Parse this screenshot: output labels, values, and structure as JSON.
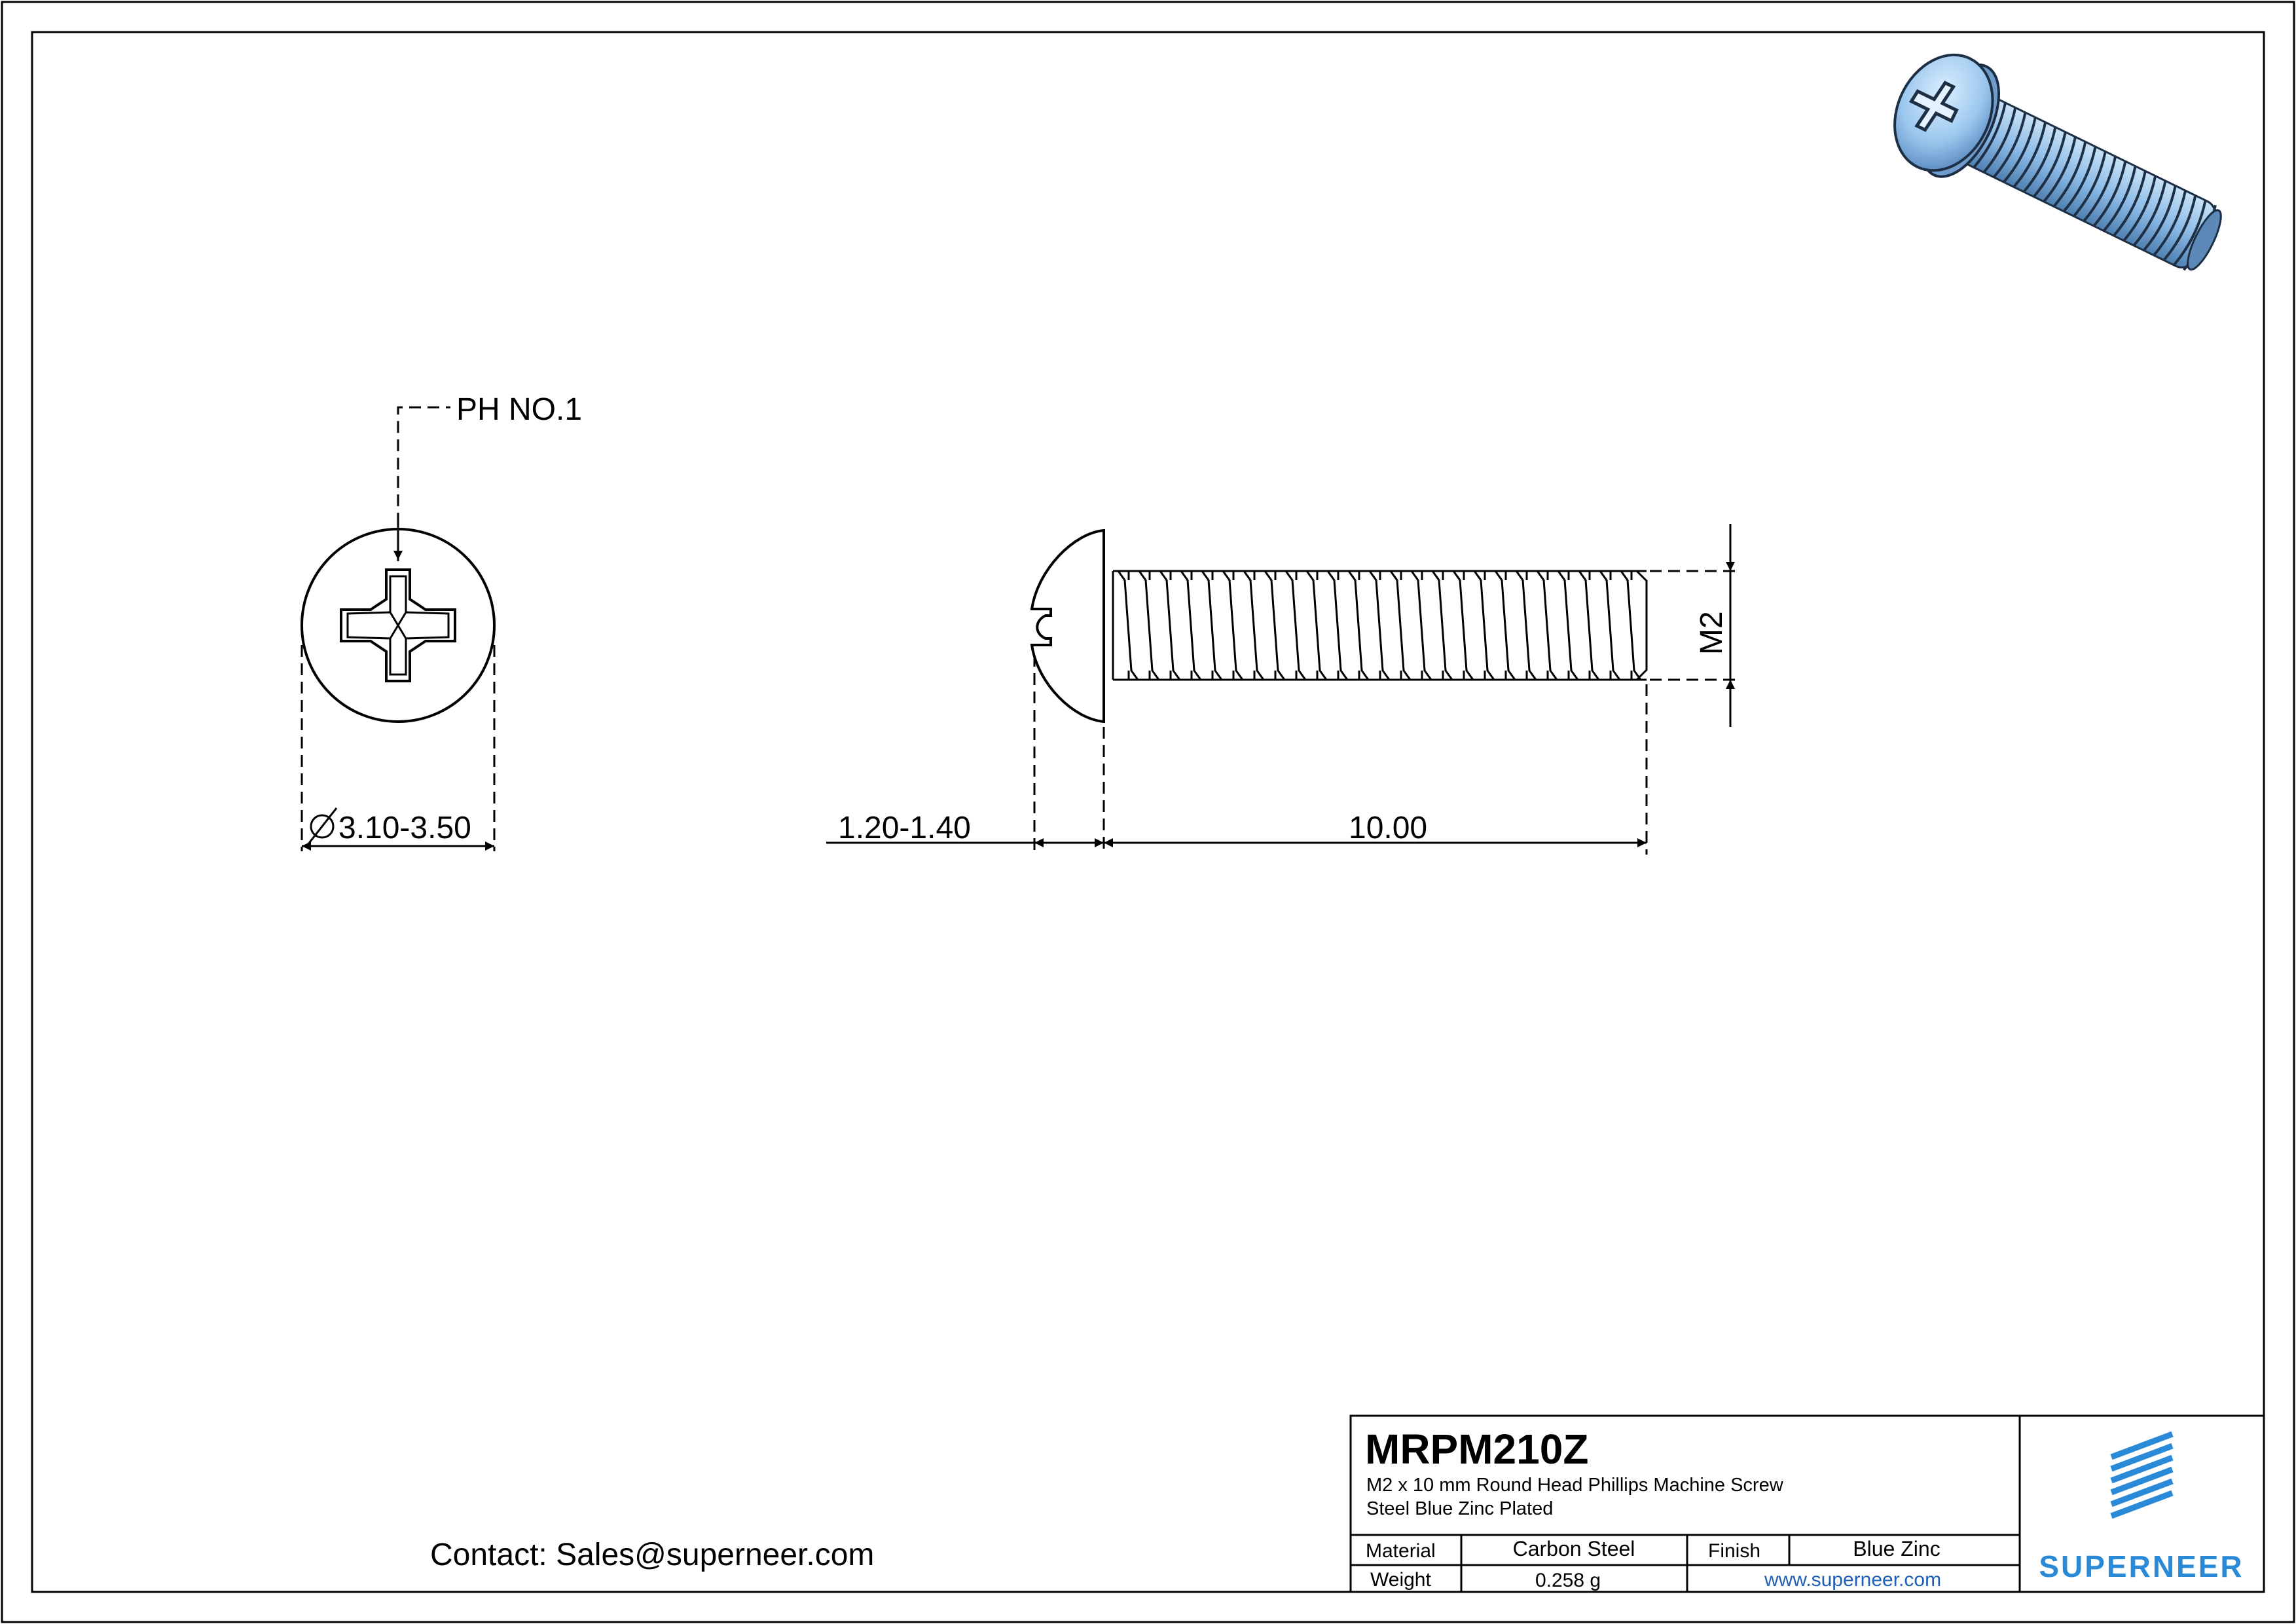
{
  "drawing": {
    "callout_drive": "PH NO.1",
    "dim_head_diameter": "3.10-3.50",
    "dim_head_height": "1.20-1.40",
    "dim_length": "10.00",
    "dim_thread": "M2"
  },
  "contact": "Contact: Sales@superneer.com",
  "title_block": {
    "part_number": "MRPM210Z",
    "description_line1": "M2 x 10 mm Round Head Phillips Machine Screw",
    "description_line2": "Steel Blue Zinc Plated",
    "material_label": "Material",
    "material_value": "Carbon Steel",
    "finish_label": "Finish",
    "finish_value": "Blue Zinc",
    "weight_label": "Weight",
    "weight_value": "0.258 g",
    "website": "www.superneer.com",
    "logo_text": "SUPERNEER"
  },
  "colors": {
    "line": "#000000",
    "brand_blue": "#2a8ad8",
    "website_blue": "#1f5fb5",
    "screw_blue": "#9cc7ee"
  }
}
